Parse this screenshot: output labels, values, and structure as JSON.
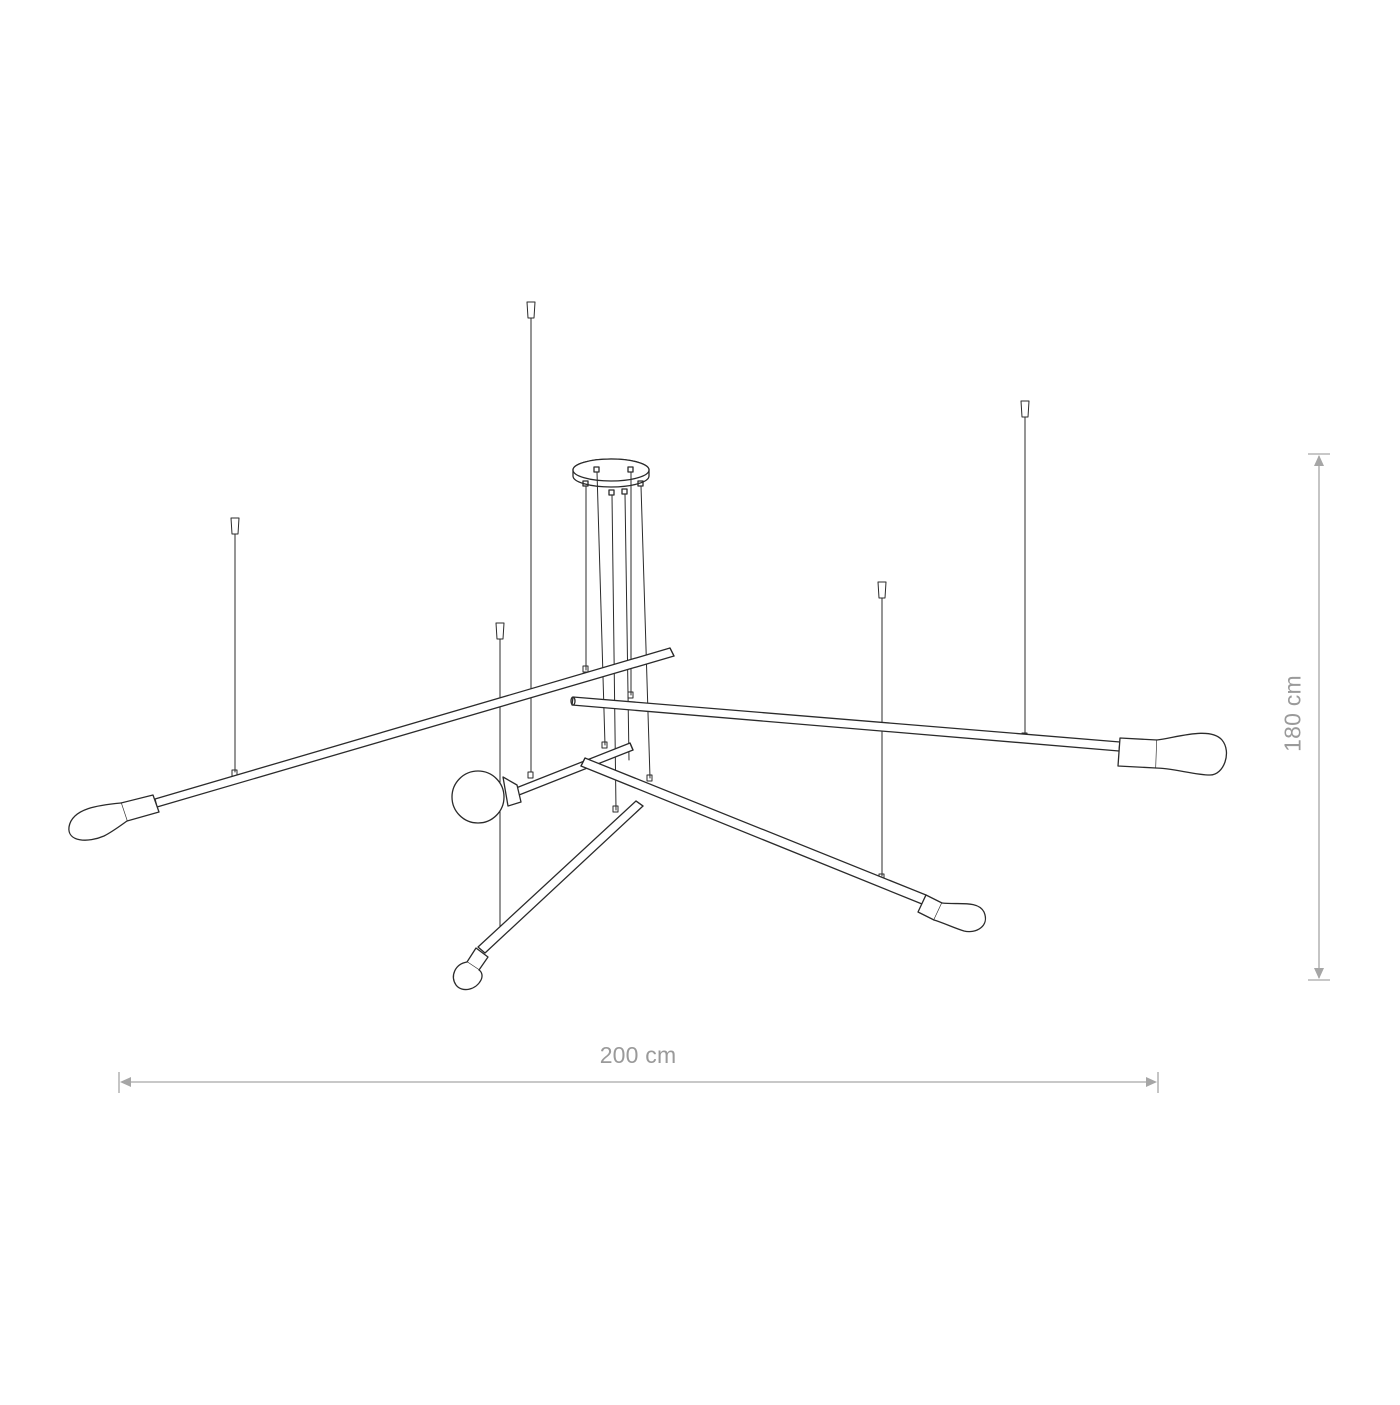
{
  "dimensions": {
    "width_label": "200 cm",
    "height_label": "180 cm",
    "dimension_color": "#a6a6a6"
  },
  "drawing": {
    "line_color": "#2b2b2b",
    "background": "#ffffff",
    "components": {
      "canopy": "ceiling-canopy",
      "arms": 5,
      "bulbs": 5,
      "suspension_wires": 6
    }
  }
}
